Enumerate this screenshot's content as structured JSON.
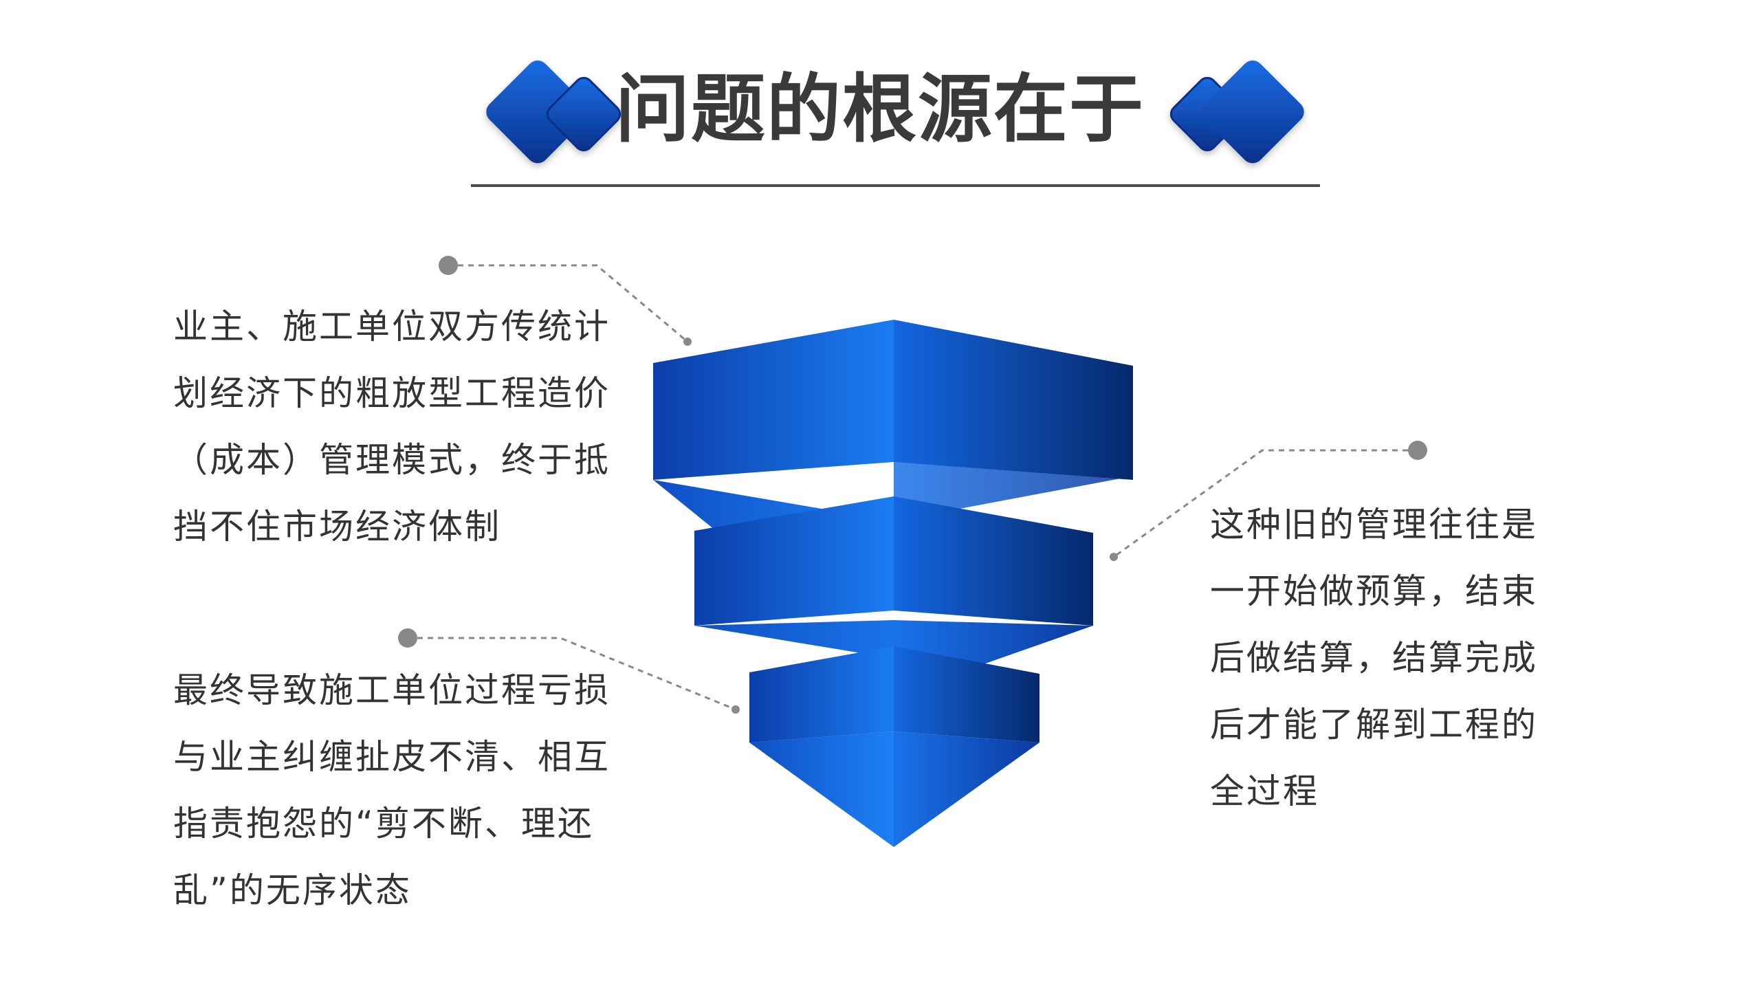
{
  "title": "问题的根源在于",
  "colors": {
    "accent_light": "#1a7cf0",
    "accent_dark": "#062a6e",
    "connector": "#888888",
    "text": "#333333"
  },
  "icons": {
    "left": "diamond-pair-icon",
    "right": "diamond-pair-icon"
  },
  "callouts": {
    "top_left": {
      "lines": [
        "业主、施工单位双方传统计",
        "划经济下的粗放型工程造价",
        "（成本）管理模式，终于抵",
        "挡不住市场经济体制"
      ]
    },
    "bottom_left": {
      "lines": [
        "最终导致施工单位过程亏损",
        "与业主纠缠扯皮不清、相互",
        "指责抱怨的“剪不断、理还",
        "乱”的无序状态"
      ]
    },
    "right": {
      "lines": [
        "这种旧的管理往往是",
        "一开始做预算，结束",
        "后做结算，结算完成",
        "后才能了解到工程的",
        "全过程"
      ]
    }
  }
}
